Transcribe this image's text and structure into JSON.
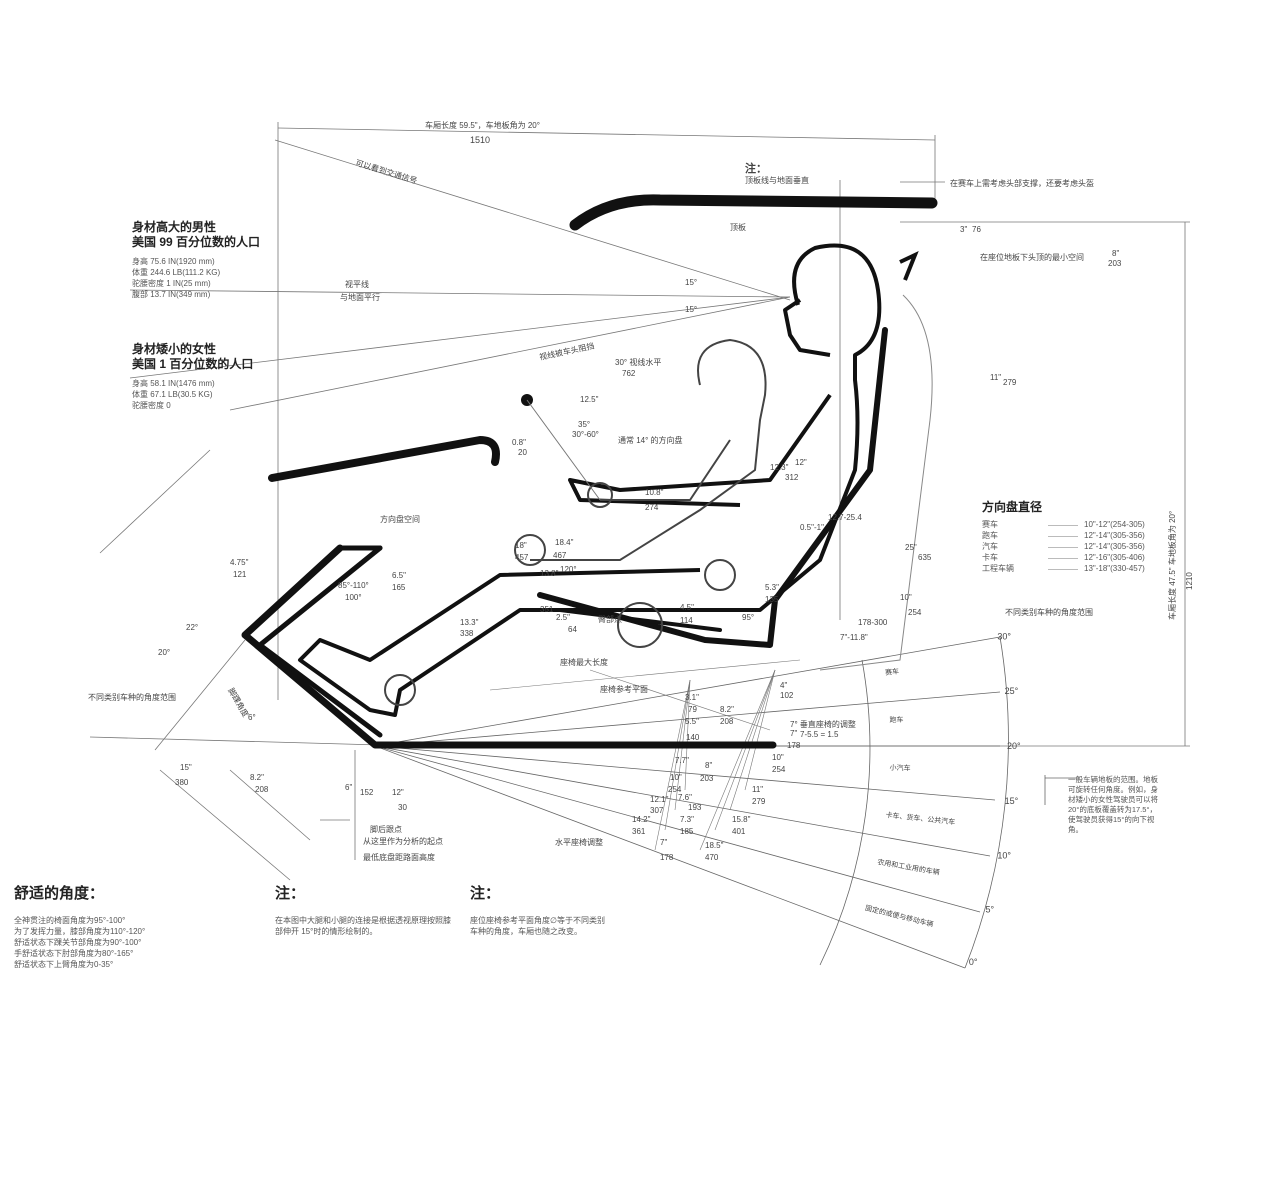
{
  "top_dimension": {
    "label": "车厢长度 59.5\"，车地板角为 20°",
    "value": "1510"
  },
  "top_labels": {
    "sightline": "可以看到交通信号",
    "note_title": "注：",
    "note_text": "顶板线与地面垂直",
    "roof": "顶板",
    "head_support": "在赛车上需考虑头部支撑，还要考虑头盔",
    "head_clear": "在座位地板下头顶的最小空间",
    "head_clear_val": "8\"",
    "head_clear_mm": "203",
    "roof_gap": "3\"",
    "roof_gap_mm": "76",
    "horizon": "视平线",
    "horizon2": "与地面平行",
    "deg15a": "15°",
    "deg15b": "15°",
    "view_down": "视线被车头阻挡",
    "view30": "30° 视线水平",
    "view30_mm": "762"
  },
  "male": {
    "title1": "身材高大的男性",
    "title2": "美国 99 百分位数的人口",
    "lines": [
      "身高 75.6 IN(1920 mm)",
      "体重 244.6 LB(111.2 KG)",
      "驼腰密度 1 IN(25 mm)",
      "腹部 13.7 IN(349 mm)"
    ]
  },
  "female": {
    "title1": "身材矮小的女性",
    "title2": "美国 1 百分位数的人口",
    "lines": [
      "身高 58.1 IN(1476 mm)",
      "体重 67.1 LB(30.5 KG)",
      "驼腰密度 0"
    ]
  },
  "wheel_table": {
    "title": "方向盘直径",
    "rows": [
      {
        "type": "赛车",
        "value": "10\"-12\"(254-305)"
      },
      {
        "type": "跑车",
        "value": "12\"-14\"(305-356)"
      },
      {
        "type": "汽车",
        "value": "12\"-14\"(305-356)"
      },
      {
        "type": "卡车",
        "value": "12\"-16\"(305-406)"
      },
      {
        "type": "工程车辆",
        "value": "13\"-18\"(330-457)"
      }
    ]
  },
  "fan": {
    "title": "不同类别车种的角度范围",
    "angles": [
      "30°",
      "25°",
      "20°",
      "15°",
      "10°",
      "5°",
      "0°"
    ],
    "sectors": [
      "赛车",
      "跑车",
      "小汽车",
      "卡车、货车、公共汽车",
      "农用和工业用的车辆",
      "固定的或便与移动车辆"
    ],
    "note": "一般车辆地板的范围。地板可旋转任何角度。例如，身材矮小的女性驾驶员可以将20°的底板覆盖转为17.5°，使驾驶员获得15°的向下视角。",
    "right_dim": "车厢长度 47.5\" 车地板角为 20°",
    "right_dim_mm": "1210"
  },
  "dims": [
    {
      "v": "12.5\""
    },
    {
      "v": "35°"
    },
    {
      "v": "30°-60°"
    },
    {
      "v": "0.8\""
    },
    {
      "v": "20"
    },
    {
      "v": "10.8\""
    },
    {
      "v": "274"
    },
    {
      "v": "18.4\""
    },
    {
      "v": "467"
    },
    {
      "v": "18\""
    },
    {
      "v": "457"
    },
    {
      "v": "13.8\""
    },
    {
      "v": "351"
    },
    {
      "v": "13.3\""
    },
    {
      "v": "338"
    },
    {
      "v": "2.5\""
    },
    {
      "v": "64"
    },
    {
      "v": "4.5\""
    },
    {
      "v": "114"
    },
    {
      "v": "5.3\""
    },
    {
      "v": "135"
    },
    {
      "v": "95°"
    },
    {
      "v": "85°-110°"
    },
    {
      "v": "100°"
    },
    {
      "v": "6.5\""
    },
    {
      "v": "165"
    },
    {
      "v": "120°"
    },
    {
      "v": "3.1\""
    },
    {
      "v": "79"
    },
    {
      "v": "5.5\""
    },
    {
      "v": "140"
    },
    {
      "v": "8.2\""
    },
    {
      "v": "208"
    },
    {
      "v": "4\""
    },
    {
      "v": "102"
    },
    {
      "v": "7\""
    },
    {
      "v": "178"
    },
    {
      "v": "10\""
    },
    {
      "v": "254"
    },
    {
      "v": "7.7\""
    },
    {
      "v": "8\""
    },
    {
      "v": "203"
    },
    {
      "v": "10\""
    },
    {
      "v": "254"
    },
    {
      "v": "7.6\""
    },
    {
      "v": "193"
    },
    {
      "v": "11\""
    },
    {
      "v": "279"
    },
    {
      "v": "12.1\""
    },
    {
      "v": "307"
    },
    {
      "v": "7.3\""
    },
    {
      "v": "185"
    },
    {
      "v": "15.8\""
    },
    {
      "v": "401"
    },
    {
      "v": "14.2\""
    },
    {
      "v": "361"
    },
    {
      "v": "18.5\""
    },
    {
      "v": "470"
    },
    {
      "v": "7\""
    },
    {
      "v": "178"
    },
    {
      "v": "12\""
    },
    {
      "v": "30"
    },
    {
      "v": "6\""
    },
    {
      "v": "152"
    },
    {
      "v": "15\""
    },
    {
      "v": "380"
    },
    {
      "v": "8.2\""
    },
    {
      "v": "208"
    },
    {
      "v": "22°"
    },
    {
      "v": "20°"
    },
    {
      "v": "6°"
    },
    {
      "v": "4.75\""
    },
    {
      "v": "121"
    },
    {
      "v": "25\""
    },
    {
      "v": "635"
    },
    {
      "v": "11\""
    },
    {
      "v": "279"
    },
    {
      "v": "10\""
    },
    {
      "v": "254"
    },
    {
      "v": "7\"-11.8\""
    },
    {
      "v": "178-300"
    },
    {
      "v": "12.3\""
    },
    {
      "v": "312"
    },
    {
      "v": "12\""
    },
    {
      "v": "12.7-25.4"
    },
    {
      "v": "0.5\"-1\""
    }
  ],
  "mid_labels": {
    "wheel_angle": "通常 14° 的方向盘",
    "wheel_space": "方向盘空间",
    "hip": "臀部点",
    "seat_len": "座椅最大长度",
    "seat_ref": "座椅参考平面",
    "seat_adj": "7° 垂直座椅的调整",
    "seat_adj2": "7-5.5 = 1.5",
    "hor_adj": "水平座椅调整",
    "heel": "脚后跟点",
    "heel2": "从这里作为分析的起点",
    "floor_min": "最低底盘距路面高度",
    "range_label": "不同类别车种的角度范围",
    "foot_angle": "脚踝角度"
  },
  "bottom": {
    "comfort_title": "舒适的角度：",
    "comfort_lines": [
      "全神贯注的椅面角度为95°-100°",
      "为了发挥力量，膝部角度为110°-120°",
      "舒适状态下踝关节部角度为90°-100°",
      "手舒适状态下肘部角度为80°-165°",
      "舒适状态下上臂角度为0-35°"
    ],
    "note1_title": "注：",
    "note1_text": "在本图中大腿和小腿的连接是根据透视原理按照膝部伸开 15°时的情形绘制的。",
    "note2_title": "注：",
    "note2_text": "座位座椅参考平面角度∅等于不同类别车种的角度，车厢也随之改变。"
  }
}
